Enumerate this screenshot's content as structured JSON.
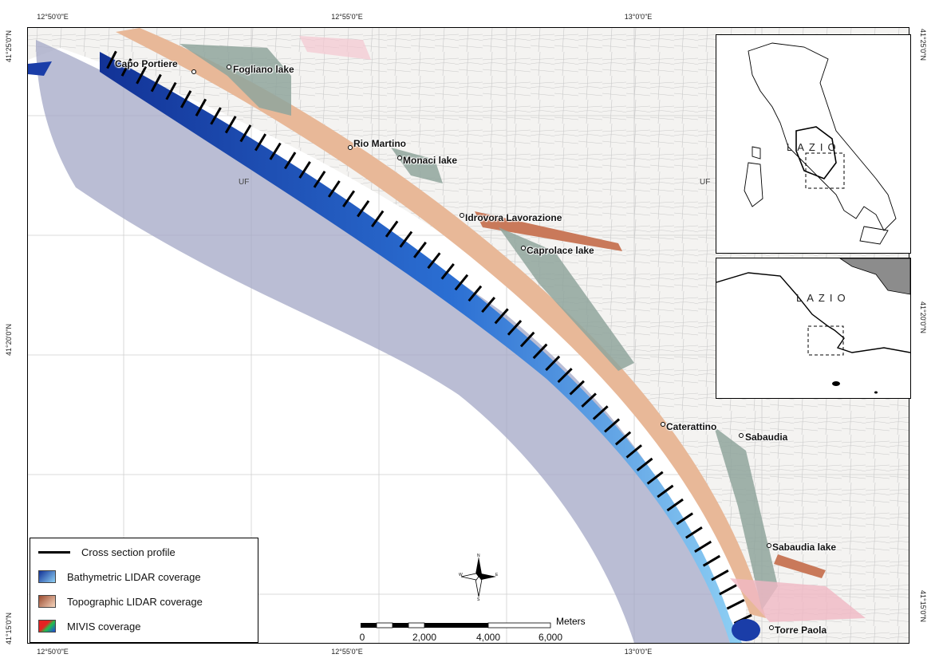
{
  "coordinates": {
    "top": [
      "12°50'0\"E",
      "12°55'0\"E",
      "13°0'0\"E"
    ],
    "bottom": [
      "12°50'0\"E",
      "12°55'0\"E",
      "13°0'0\"E"
    ],
    "left": [
      "41°25'0\"N",
      "41°20'0\"N",
      "41°15'0\"N"
    ],
    "right": [
      "41°25'0\"N",
      "41°20'0\"N",
      "41°15'0\"N"
    ]
  },
  "places": {
    "capo_portiere": "Capo Portiere",
    "fogliano_lake": "Fogliano lake",
    "rio_martino": "Rio Martino",
    "monaci_lake": "Monaci lake",
    "idrovora_lavorazione": "Idrovora Lavorazione",
    "caprolace_lake": "Caprolace lake",
    "cateratino": "Caterattino",
    "sabaudia": "Sabaudia",
    "sabaudia_lake": "Sabaudia lake",
    "torre_paola": "Torre Paola"
  },
  "base_map_labels": {
    "uf_left": "UF",
    "uf_right": "UF"
  },
  "insets": {
    "italy_label": "LAZIO",
    "lazio_label": "LAZIO"
  },
  "legend": {
    "cross_section": "Cross section profile",
    "bathymetric": "Bathymetric LIDAR coverage",
    "topographic": "Topographic LIDAR coverage",
    "mivis": "MIVIS coverage"
  },
  "scale_bar": {
    "unit": "Meters",
    "ticks": [
      "0",
      "2,000",
      "4,000",
      "6,000"
    ]
  },
  "compass": {
    "n": "N",
    "s": "S",
    "e": "E",
    "w": "W"
  },
  "colors": {
    "bathymetric_deep": "#1a3da8",
    "bathymetric_shallow": "#5fb0ea",
    "topographic": "#e8b898",
    "lake": "#8fa59c",
    "mivis_shadow": "#a3a7c6"
  }
}
